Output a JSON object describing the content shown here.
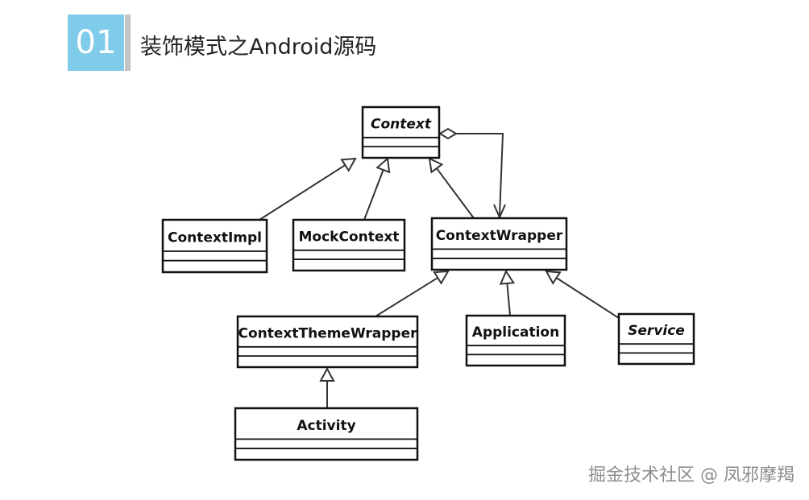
{
  "header": {
    "badge_number": "01",
    "title": "装饰模式之Android源码"
  },
  "diagram": {
    "classes": [
      {
        "id": "context",
        "name": "Context",
        "italic": true
      },
      {
        "id": "contextimpl",
        "name": "ContextImpl",
        "italic": false
      },
      {
        "id": "mockcontext",
        "name": "MockContext",
        "italic": false
      },
      {
        "id": "contextwrapper",
        "name": "ContextWrapper",
        "italic": false
      },
      {
        "id": "contextthemewrapper",
        "name": "ContextThemeWrapper",
        "italic": false
      },
      {
        "id": "application",
        "name": "Application",
        "italic": false
      },
      {
        "id": "service",
        "name": "Service",
        "italic": true
      },
      {
        "id": "activity",
        "name": "Activity",
        "italic": false
      }
    ],
    "relations": [
      {
        "from": "contextimpl",
        "to": "context",
        "type": "inheritance"
      },
      {
        "from": "mockcontext",
        "to": "context",
        "type": "inheritance"
      },
      {
        "from": "contextwrapper",
        "to": "context",
        "type": "inheritance"
      },
      {
        "from": "context",
        "to": "contextwrapper",
        "type": "aggregation"
      },
      {
        "from": "contextthemewrapper",
        "to": "contextwrapper",
        "type": "inheritance"
      },
      {
        "from": "application",
        "to": "contextwrapper",
        "type": "inheritance"
      },
      {
        "from": "service",
        "to": "contextwrapper",
        "type": "inheritance"
      },
      {
        "from": "activity",
        "to": "contextthemewrapper",
        "type": "inheritance"
      }
    ]
  },
  "watermark": "掘金技术社区 @ 凤邪摩羯",
  "colors": {
    "badge": "#7ecbea",
    "badge_bar": "#c4c4c4",
    "line": "#333333"
  }
}
